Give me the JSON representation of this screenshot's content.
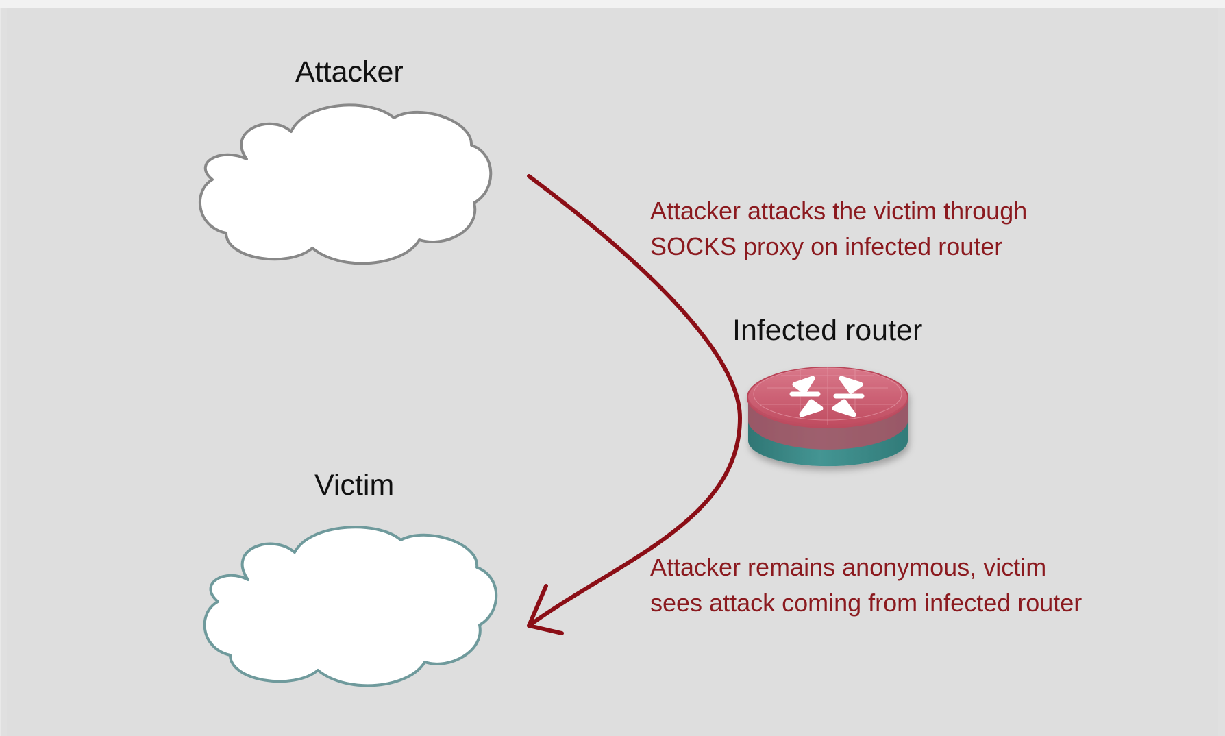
{
  "diagram": {
    "nodes": {
      "attacker": {
        "label": "Attacker",
        "icon": "cloud-icon"
      },
      "victim": {
        "label": "Victim",
        "icon": "cloud-icon"
      },
      "router": {
        "label": "Infected router",
        "icon": "router-icon"
      }
    },
    "annotations": {
      "attack_path": {
        "line1": "Attacker attacks the victim through",
        "line2": "SOCKS proxy on infected router"
      },
      "anonymity": {
        "line1": "Attacker remains anonymous, victim",
        "line2": "sees attack coming from infected router"
      }
    },
    "colors": {
      "arrow": "#8b0e16",
      "annotation_text": "#8b1a1f",
      "attacker_cloud_outline": "#8a8a8a",
      "victim_cloud_outline": "#6f9a9c",
      "router_top": "#c9566a",
      "router_body": "#3f8f8d"
    }
  }
}
